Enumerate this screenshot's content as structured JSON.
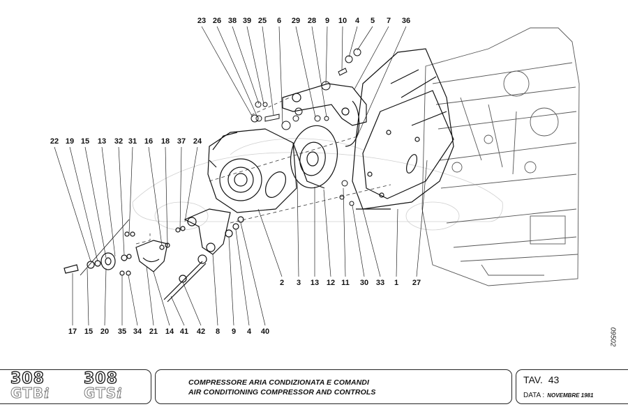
{
  "document": {
    "type": "exploded parts diagram",
    "reference_code": "09502"
  },
  "callouts": {
    "top_row": [
      "23",
      "26",
      "38",
      "39",
      "25",
      "6",
      "29",
      "28",
      "9",
      "10",
      "4",
      "5",
      "7",
      "36"
    ],
    "left_row": [
      "22",
      "19",
      "15",
      "13",
      "32",
      "31",
      "16",
      "18",
      "37",
      "24"
    ],
    "bottom_left_row": [
      "17",
      "15",
      "20",
      "35",
      "34",
      "21",
      "14",
      "41",
      "42",
      "8",
      "9",
      "4",
      "40"
    ],
    "bottom_right_row": [
      "2",
      "3",
      "13",
      "12",
      "11",
      "30",
      "33",
      "1",
      "27"
    ]
  },
  "title_block": {
    "logo": {
      "model_number_1": "308",
      "model_name_1": "GTB",
      "model_number_2": "308",
      "model_name_2": "GTS",
      "suffix": "i"
    },
    "title_italian": "COMPRESSORE ARIA CONDIZIONATA E COMANDI",
    "title_english": "AIR CONDITIONING COMPRESSOR AND CONTROLS",
    "tav_label": "TAV.",
    "tav_number": "43",
    "date_label": "DATA :",
    "date_value": "NOVEMBRE 1981"
  }
}
